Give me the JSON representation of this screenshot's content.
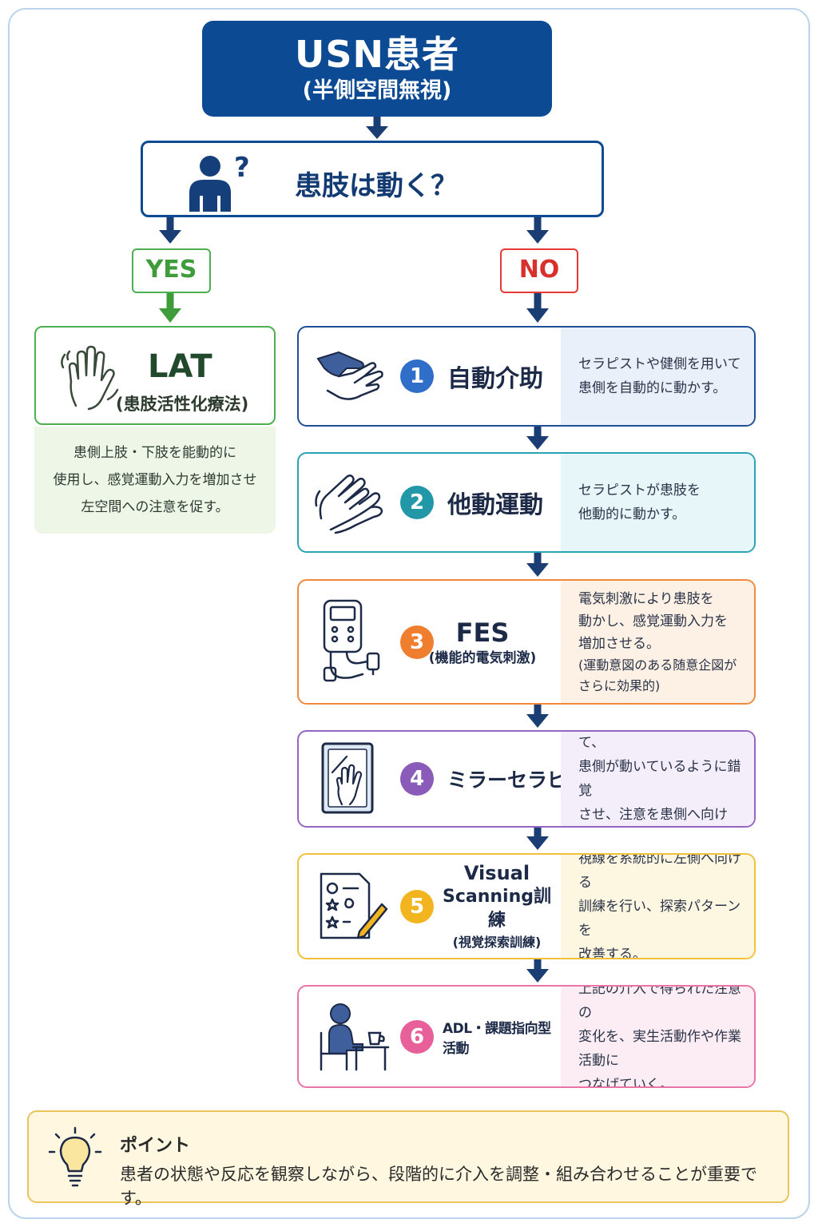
{
  "title": {
    "main": "USN患者",
    "sub": "(半側空間無視)"
  },
  "question": {
    "text": "患肢は動く？",
    "icon": "person-question-icon"
  },
  "branches": {
    "yes": "YES",
    "no": "NO"
  },
  "lat": {
    "title": "LAT",
    "subtitle": "(患肢活性化療法)",
    "icon": "hand-wave-icon",
    "desc": [
      "患側上肢・下肢を能動的に",
      "使用し、感覚運動入力を増加させ",
      "左空間への注意を促す。"
    ]
  },
  "steps": [
    {
      "num": "1",
      "label": "自動介助",
      "icon": "assist-hands-icon",
      "color": "#2f6fc9",
      "desc": [
        "セラピストや健側を用いて",
        "患側を自動的に動かす。"
      ]
    },
    {
      "num": "2",
      "label": "他動運動",
      "icon": "passive-hands-icon",
      "color": "#2197a8",
      "desc": [
        "セラピストが患肢を",
        "他動的に動かす。"
      ]
    },
    {
      "num": "3",
      "label": "FES",
      "sublabel": "(機能的電気刺激)",
      "icon": "stimulator-device-icon",
      "color": "#ef7f2f",
      "desc": [
        "電気刺激により患肢を",
        "動かし、感覚運動入力を",
        "増加させる。",
        "(運動意図のある随意企図が",
        "さらに効果的)"
      ]
    },
    {
      "num": "4",
      "label": "ミラーセラピー",
      "icon": "mirror-hand-icon",
      "color": "#8a5bb8",
      "desc": [
        "鏡に映る健側の運動を通じて、",
        "患側が動いているように錯覚",
        "させ、注意を患側へ向ける。"
      ]
    },
    {
      "num": "5",
      "label": "Visual",
      "label2": "Scanning訓練",
      "sublabel": "(視覚探索訓練)",
      "icon": "scanning-worksheet-icon",
      "color": "#f2b51f",
      "desc": [
        "視線を系統的に左側へ向ける",
        "訓練を行い、探索パターンを",
        "改善する。"
      ]
    },
    {
      "num": "6",
      "label": "ADL・課題指向型活動",
      "icon": "person-at-table-icon",
      "color": "#e8609a",
      "desc": [
        "上記の介入で得られた注意の",
        "変化を、実生活動作や作業活動に",
        "つなげていく。"
      ]
    }
  ],
  "point": {
    "title": "ポイント",
    "text": "患者の状態や反応を観察しながら、段階的に介入を調整・組み合わせることが重要です。",
    "icon": "lightbulb-icon"
  }
}
